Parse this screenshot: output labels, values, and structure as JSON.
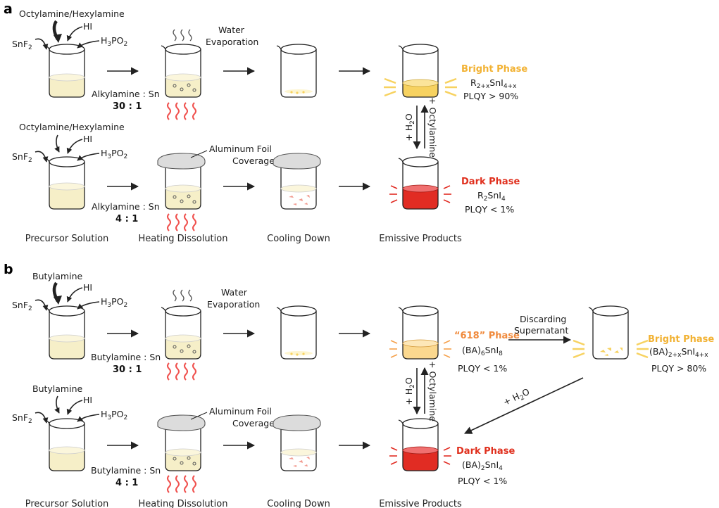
{
  "panel_a": {
    "letter": "a",
    "top": {
      "amine": "Octylamine/Hexylamine",
      "hi": "HI",
      "h3po2": {
        "a": "H",
        "b": "3",
        "c": "PO",
        "d": "2"
      },
      "snf2": {
        "a": "SnF",
        "b": "2"
      },
      "water_evap": {
        "line1": "Water",
        "line2": "Evaporation"
      },
      "ratio_label": "Alkylamine : Sn",
      "ratio_value": "30 : 1"
    },
    "bottom": {
      "amine": "Octylamine/Hexylamine",
      "hi": "HI",
      "h3po2": {
        "a": "H",
        "b": "3",
        "c": "PO",
        "d": "2"
      },
      "snf2": {
        "a": "SnF",
        "b": "2"
      },
      "foil": {
        "line1": "Aluminum Foil",
        "line2": "Coverage"
      },
      "ratio_label": "Alkylamine : Sn",
      "ratio_value": "4 : 1"
    },
    "bright_phase": {
      "name": "Bright Phase",
      "formula": {
        "a": "R",
        "b": "2+x",
        "c": "SnI",
        "d": "4+x"
      },
      "plqy": "PLQY > 90%"
    },
    "dark_phase": {
      "name": "Dark Phase",
      "formula": {
        "a": "R",
        "b": "2",
        "c": "SnI",
        "d": "4"
      },
      "plqy": "PLQY < 1%"
    },
    "h2o": {
      "a": "+ H",
      "b": "2",
      "c": "O"
    },
    "octylamine": "+ Octylamine",
    "stages": [
      "Precursor Solution",
      "Heating Dissolution",
      "Cooling Down",
      "Emissive Products"
    ]
  },
  "panel_b": {
    "letter": "b",
    "top": {
      "amine": "Butylamine",
      "hi": "HI",
      "h3po2": {
        "a": "H",
        "b": "3",
        "c": "PO",
        "d": "2"
      },
      "snf2": {
        "a": "SnF",
        "b": "2"
      },
      "water_evap": {
        "line1": "Water",
        "line2": "Evaporation"
      },
      "ratio_label": "Butylamine : Sn",
      "ratio_value": "30 : 1"
    },
    "bottom": {
      "amine": "Butylamine",
      "hi": "HI",
      "h3po2": {
        "a": "H",
        "b": "3",
        "c": "PO",
        "d": "2"
      },
      "snf2": {
        "a": "SnF",
        "b": "2"
      },
      "foil": {
        "line1": "Aluminum Foil",
        "line2": "Coverage"
      },
      "ratio_label": "Butylamine : Sn",
      "ratio_value": "4 : 1"
    },
    "phase_618": {
      "name": "“618” Phase",
      "formula": {
        "a": "(BA)",
        "b": "6",
        "c": "SnI",
        "d": "8"
      },
      "plqy": "PLQY < 1%"
    },
    "discard": {
      "line1": "Discarding",
      "line2": "Supernatant"
    },
    "bright_phase": {
      "name": "Bright Phase",
      "formula": {
        "a": "(BA)",
        "b": "2+x",
        "c": "SnI",
        "d": "4+x"
      },
      "plqy": "PLQY > 80%"
    },
    "dark_phase": {
      "name": "Dark Phase",
      "formula": {
        "a": "(BA)",
        "b": "2",
        "c": "SnI",
        "d": "4"
      },
      "plqy": "PLQY < 1%"
    },
    "h2o_vertical": {
      "a": "+ H",
      "b": "2",
      "c": "O"
    },
    "h2o_diagonal": {
      "a": "+ H",
      "b": "2",
      "c": "O"
    },
    "octylamine": "+ Octylamine",
    "stages": [
      "Precursor Solution",
      "Heating Dissolution",
      "Cooling Down",
      "Emissive Products"
    ]
  },
  "colors": {
    "bright_label": "#f2b233",
    "dark_label": "#e0301e",
    "heat_waves": "#f0524f",
    "liquid_pale": "#f6efc8",
    "liquid_bright": "#f7d260",
    "liquid_dark": "#e12c23",
    "foil": "#dcdcdc"
  }
}
